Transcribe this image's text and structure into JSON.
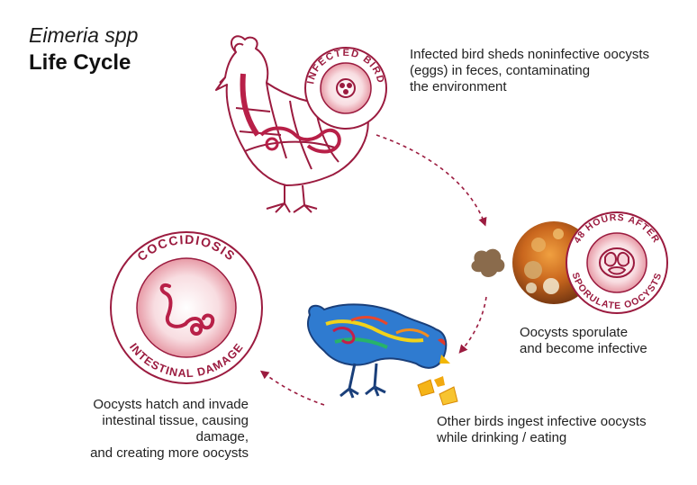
{
  "title": {
    "species": "Eimeria spp",
    "subtitle": "Life Cycle"
  },
  "stages": [
    {
      "badge": "INFECTED BIRD",
      "caption_lines": [
        "Infected bird sheds noninfective oocysts",
        "(eggs) in feces, contaminating",
        "the environment"
      ]
    },
    {
      "badge_top": "48 HOURS AFTER",
      "badge_bottom": "SPORULATE OOCYSTS",
      "caption_lines": [
        "Oocysts sporulate",
        "and become infective"
      ]
    },
    {
      "caption_lines": [
        "Other birds ingest infective oocysts",
        "while drinking / eating"
      ]
    },
    {
      "badge_top": "COCCIDIOSIS",
      "badge_bottom": "INTESTINAL DAMAGE",
      "caption_lines": [
        "Oocysts hatch and invade",
        "intestinal tissue, causing damage,",
        "and creating more oocysts"
      ]
    }
  ],
  "colors": {
    "brand": "#9b1b3f",
    "brand_light": "#f4c9cf",
    "text": "#222222"
  },
  "icons": [
    "hen-outline-icon",
    "feces-icon",
    "oocyst-microscope-icon",
    "colorful-chicken-icon",
    "feed-grain-icon",
    "intestine-icon"
  ]
}
